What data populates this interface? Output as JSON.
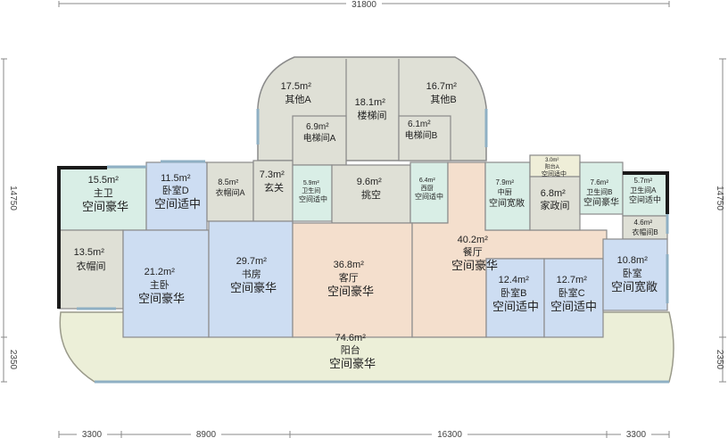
{
  "dimensions": {
    "top_total": "31800",
    "bottom": [
      "3300",
      "8900",
      "16300",
      "3300"
    ],
    "left": [
      "14750",
      "2350"
    ],
    "right": [
      "14750",
      "2350"
    ]
  },
  "colors": {
    "gray": "#dfe0d6",
    "green": "#d9eee6",
    "blue": "#cdddf2",
    "peach": "#f4dfcd",
    "yellow": "#efeed8",
    "balcony": "#ecefd8"
  },
  "rooms": {
    "other_a": {
      "area": "17.5m²",
      "name": "其他A"
    },
    "stair": {
      "area": "18.1m²",
      "name": "楼梯间"
    },
    "other_b": {
      "area": "16.7m²",
      "name": "其他B"
    },
    "elev_a": {
      "area": "6.9m²",
      "name": "电梯间A"
    },
    "elev_b": {
      "area": "6.1m²",
      "name": "电梯间B"
    },
    "master_bath": {
      "area": "15.5m²",
      "name": "主卫",
      "grade": "空间豪华"
    },
    "bed_d": {
      "area": "11.5m²",
      "name": "卧室D",
      "grade": "空间适中"
    },
    "closet_a": {
      "area": "8.5m²",
      "name": "衣帽间A"
    },
    "foyer": {
      "area": "7.3m²",
      "name": "玄关"
    },
    "wc": {
      "area": "5.9m²",
      "name": "卫生间",
      "grade": "空间适中"
    },
    "void": {
      "area": "9.6m²",
      "name": "挑空"
    },
    "west_kitchen": {
      "area": "6.4m²",
      "name": "西厨",
      "grade": "空间适中"
    },
    "kitchen": {
      "area": "7.9m²",
      "name": "中厨",
      "grade": "空间宽敞"
    },
    "balcony_a": {
      "area": "3.0m²",
      "name": "阳台A",
      "grade": "空间适中"
    },
    "maid": {
      "area": "6.8m²",
      "name": "家政间"
    },
    "bath_b": {
      "area": "7.6m²",
      "name": "卫生间B",
      "grade": "空间豪华"
    },
    "bath_a": {
      "area": "5.7m²",
      "name": "卫生间A",
      "grade": "空间适中"
    },
    "closet_b": {
      "area": "4.6m²",
      "name": "衣帽间B"
    },
    "closet": {
      "area": "13.5m²",
      "name": "衣帽间"
    },
    "master_bed": {
      "area": "21.2m²",
      "name": "主卧",
      "grade": "空间豪华"
    },
    "study": {
      "area": "29.7m²",
      "name": "书房",
      "grade": "空间豪华"
    },
    "living": {
      "area": "36.8m²",
      "name": "客厅",
      "grade": "空间豪华"
    },
    "dining": {
      "area": "40.2m²",
      "name": "餐厅",
      "grade": "空间豪华"
    },
    "bed_b": {
      "area": "12.4m²",
      "name": "卧室B",
      "grade": "空间适中"
    },
    "bed_c": {
      "area": "12.7m²",
      "name": "卧室C",
      "grade": "空间适中"
    },
    "bedroom": {
      "area": "10.8m²",
      "name": "卧室",
      "grade": "空间宽敞"
    },
    "balcony": {
      "area": "74.6m²",
      "name": "阳台",
      "grade": "空间豪华"
    }
  }
}
